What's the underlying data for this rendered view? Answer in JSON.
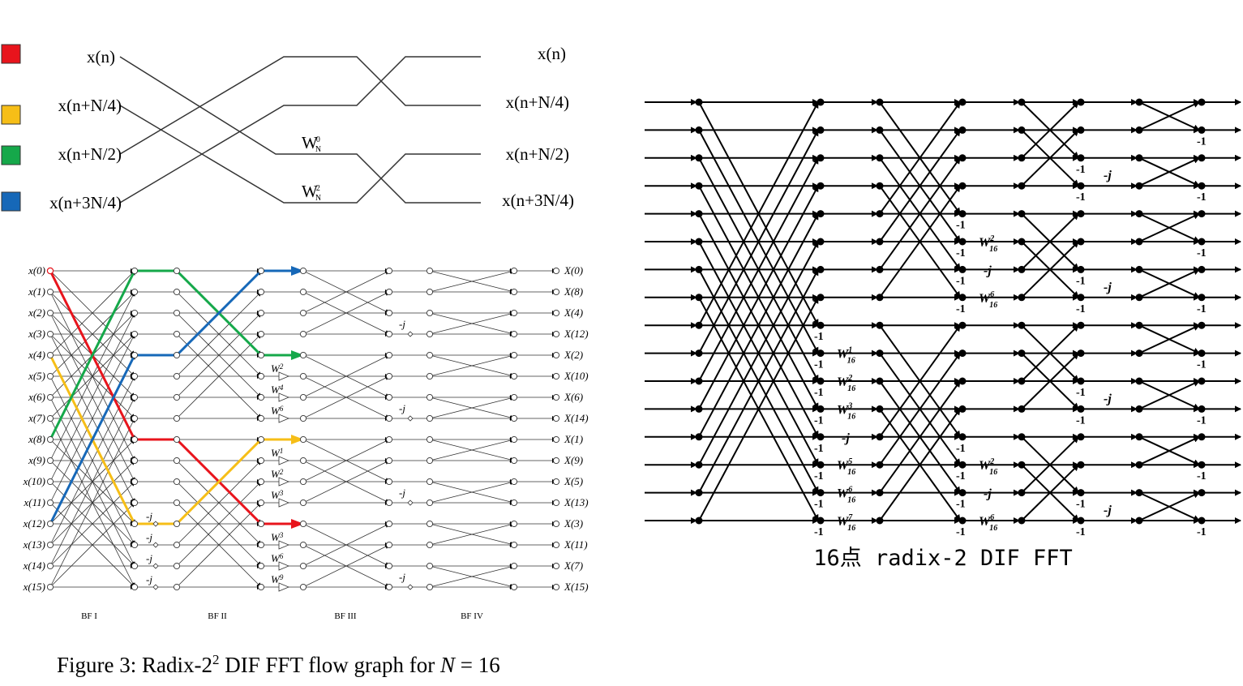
{
  "legend": {
    "colors": [
      "#e8141c",
      "#f6be17",
      "#15a84a",
      "#1668b8"
    ]
  },
  "bf_butterfly": {
    "inputs": [
      "x(n)",
      "x(n+N/4)",
      "x(n+N/2)",
      "x(n+3N/4)"
    ],
    "outputs": [
      "x(n)",
      "x(n+N/4)",
      "x(n+N/2)",
      "x(n+3N/4)"
    ],
    "twiddles": [
      {
        "base": "W",
        "sup": "0",
        "sub": "N"
      },
      {
        "base": "W",
        "sup": "2",
        "sub": "N"
      }
    ]
  },
  "radix22": {
    "inputs": [
      "x(0)",
      "x(1)",
      "x(2)",
      "x(3)",
      "x(4)",
      "x(5)",
      "x(6)",
      "x(7)",
      "x(8)",
      "x(9)",
      "x(10)",
      "x(11)",
      "x(12)",
      "x(13)",
      "x(14)",
      "x(15)"
    ],
    "outputs": [
      "X(0)",
      "X(8)",
      "X(4)",
      "X(12)",
      "X(2)",
      "X(10)",
      "X(6)",
      "X(14)",
      "X(1)",
      "X(9)",
      "X(5)",
      "X(13)",
      "X(3)",
      "X(11)",
      "X(7)",
      "X(15)"
    ],
    "stage_labels": [
      "BF I",
      "BF II",
      "BF III",
      "BF IV"
    ],
    "j_label": "-j",
    "twiddles": [
      {
        "base": "W",
        "sup": "2"
      },
      {
        "base": "W",
        "sup": "4"
      },
      {
        "base": "W",
        "sup": "6"
      },
      {
        "base": "W",
        "sup": "1"
      },
      {
        "base": "W",
        "sup": "2"
      },
      {
        "base": "W",
        "sup": "3"
      },
      {
        "base": "W",
        "sup": "3"
      },
      {
        "base": "W",
        "sup": "6"
      },
      {
        "base": "W",
        "sup": "9"
      }
    ],
    "caption": {
      "prefix": "Figure 3: Radix-2",
      "sup": "2",
      "middle": " DIF FFT flow graph for ",
      "var": "N",
      "suffix": " = 16"
    }
  },
  "radix2": {
    "minus_one": "-1",
    "j_label": "-j",
    "stage2_twiddles": [
      {
        "sup": "1",
        "sub": "16"
      },
      {
        "sup": "2",
        "sub": "16"
      },
      {
        "sup": "3",
        "sub": "16"
      },
      {
        "plain": "-j"
      },
      {
        "sup": "5",
        "sub": "16"
      },
      {
        "sup": "6",
        "sub": "16"
      },
      {
        "sup": "7",
        "sub": "16"
      }
    ],
    "stage3_twiddles": [
      {
        "sup": "2",
        "sub": "16"
      },
      {
        "plain": "-j"
      },
      {
        "sup": "6",
        "sub": "16"
      }
    ],
    "caption": "16点 radix-2 DIF FFT"
  }
}
